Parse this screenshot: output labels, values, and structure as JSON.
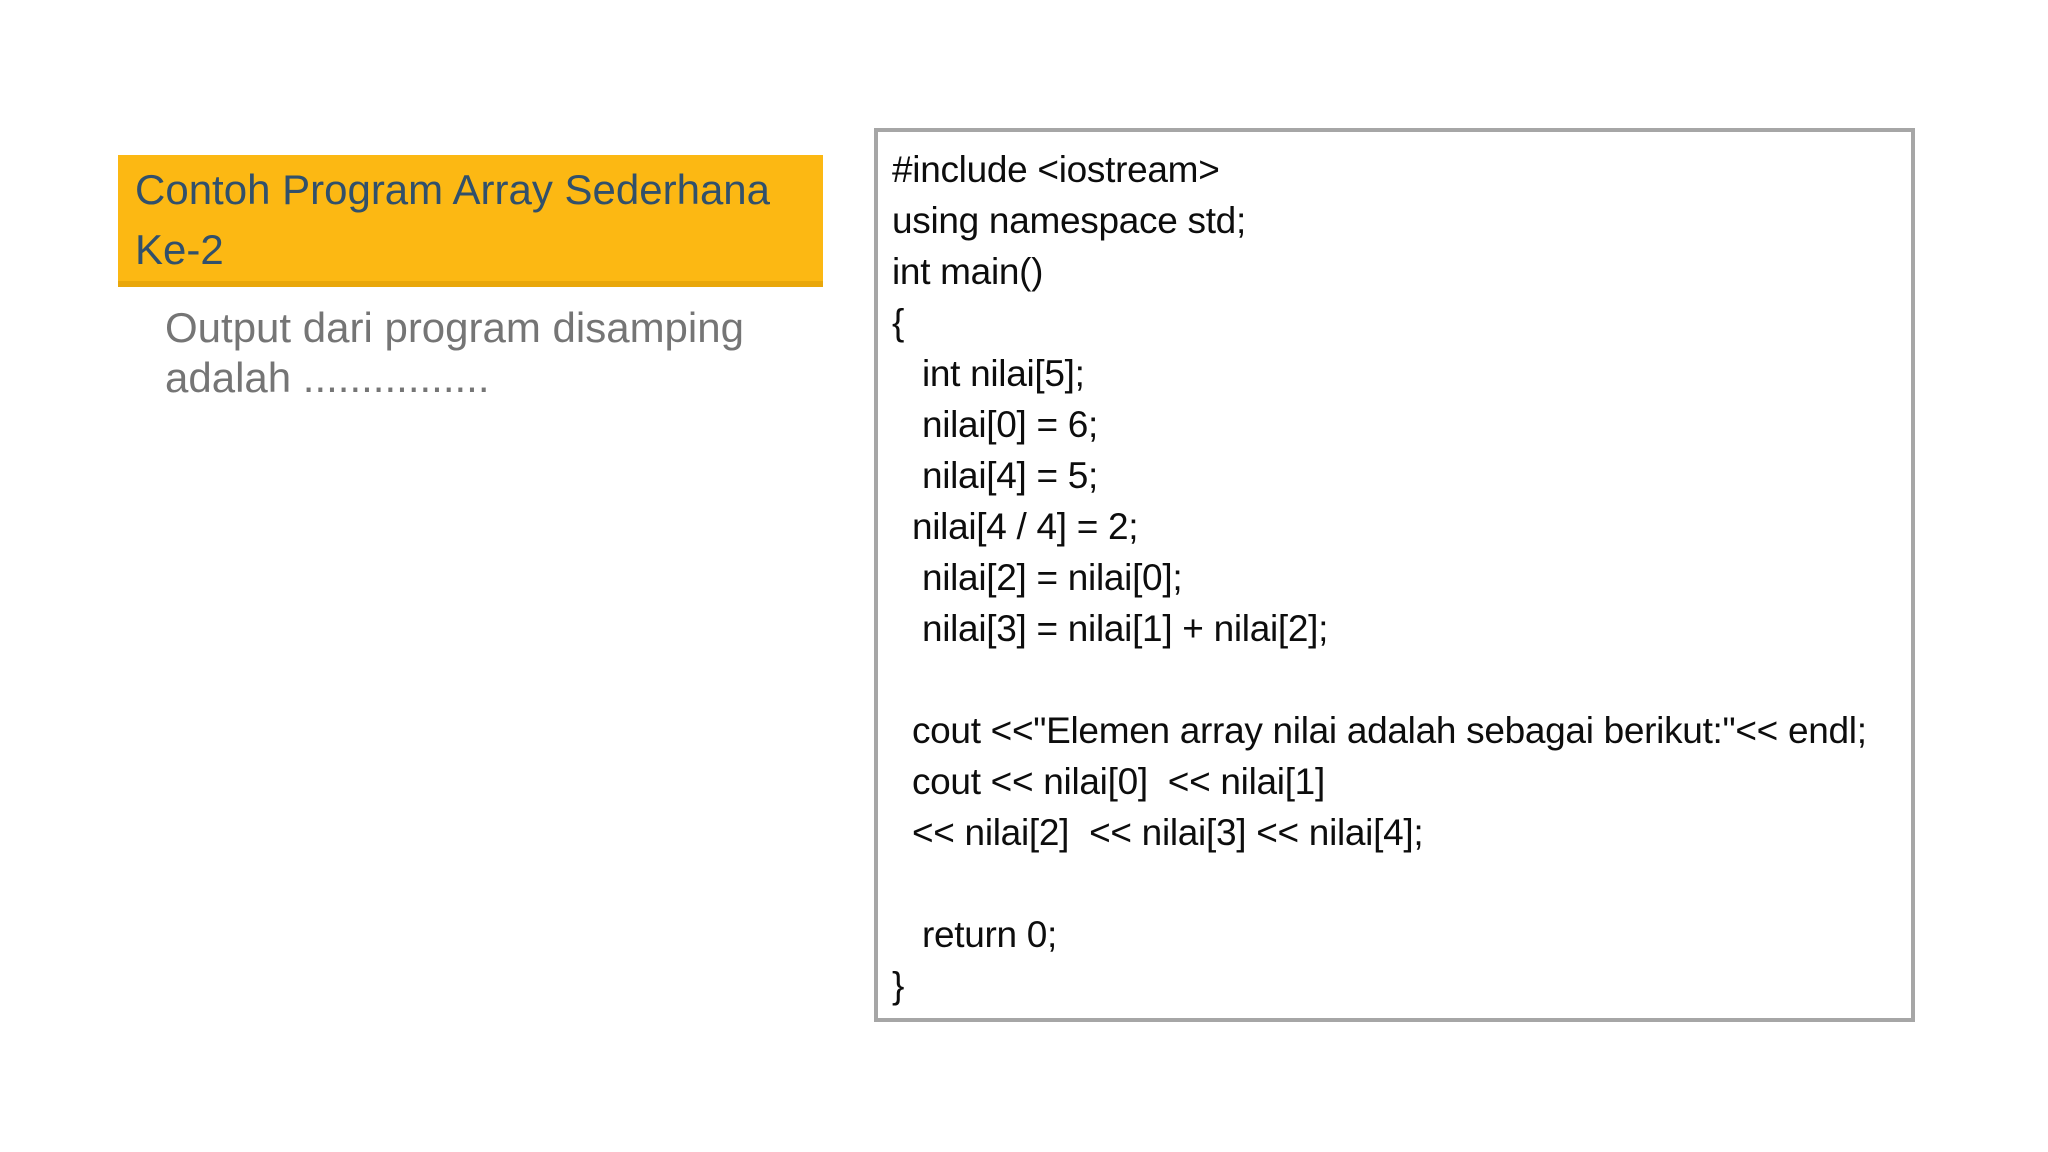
{
  "slide": {
    "background_color": "#ffffff"
  },
  "title_card": {
    "line1": "Contoh Program Array Sederhana",
    "line2": "Ke-2",
    "background_color": "#fcb813",
    "bottom_edge_color": "#e9a70b",
    "text_color": "#31506b"
  },
  "question": {
    "line1": "Output dari program disamping",
    "line2": "adalah ................",
    "text_color": "#757575"
  },
  "code_panel": {
    "border_color": "#a6a6a6",
    "text_color": "#0d0d0d",
    "lines": [
      "#include <iostream>",
      "using namespace std;",
      "int main()",
      "{",
      "   int nilai[5];",
      "   nilai[0] = 6;",
      "   nilai[4] = 5;",
      "  nilai[4 / 4] = 2;",
      "   nilai[2] = nilai[0];",
      "   nilai[3] = nilai[1] + nilai[2];",
      "",
      "  cout <<\"Elemen array nilai adalah sebagai berikut:\"<< endl;",
      "  cout << nilai[0]  << nilai[1]",
      "  << nilai[2]  << nilai[3] << nilai[4];",
      "",
      "   return 0;",
      "}"
    ]
  }
}
